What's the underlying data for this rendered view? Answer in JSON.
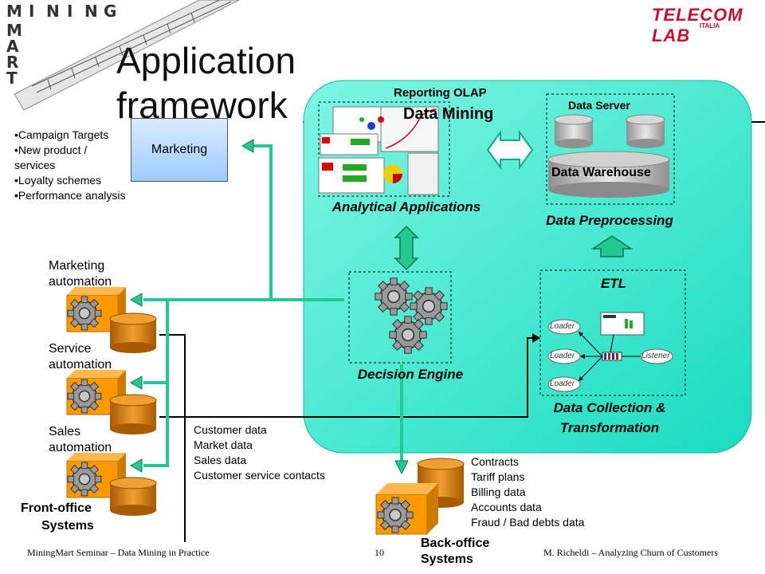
{
  "logo": {
    "letters_row": [
      "M",
      "I",
      "N",
      "I",
      "N",
      "G"
    ],
    "letters_col": [
      "M",
      "A",
      "R",
      "T"
    ]
  },
  "brand": {
    "name": "TELECOM LAB",
    "sub": "ITALIA",
    "color": "#c8102e"
  },
  "title": {
    "line1": "Application",
    "line2": "framework"
  },
  "marketing": {
    "label": "Marketing",
    "bullets": [
      "Campaign Targets",
      "New product / services",
      "Loyalty schemes",
      "Performance analysis"
    ]
  },
  "front_office": {
    "items": [
      "Marketing automation",
      "Service automation",
      "Sales automation"
    ],
    "group_label_1": "Front-office",
    "group_label_2": "Systems",
    "data_list": [
      "Customer data",
      "Market data",
      "Sales data",
      "Customer service contacts"
    ]
  },
  "back_office": {
    "label_1": "Back-office",
    "label_2": "Systems",
    "data_list": [
      "Contracts",
      "Tariff plans",
      "Billing data",
      "Accounts data",
      "Fraud / Bad debts data"
    ]
  },
  "panel": {
    "reporting_olap": "Reporting OLAP",
    "data_mining": "Data Mining",
    "analytical_applications": "Analytical Applications",
    "data_server": "Data Server",
    "data_warehouse": "Data Warehouse",
    "data_preprocessing": "Data Preprocessing",
    "decision_engine": "Decision Engine",
    "etl": "ETL",
    "loader_1": "Loader",
    "loader_2": "Loader",
    "loader_3": "Loader",
    "listener": "Listener",
    "collection_1": "Data Collection &",
    "collection_2": "Transformation"
  },
  "footer": {
    "left": "MiningMart Seminar – Data Mining in Practice",
    "page": "10",
    "right": "M. Richeldi – Analyzing Churn of Customers"
  },
  "colors": {
    "panel": "#2ee8c8",
    "arrow": "#1fcf9a",
    "gear": "#ff9900",
    "cylinder": "#d07a10"
  }
}
